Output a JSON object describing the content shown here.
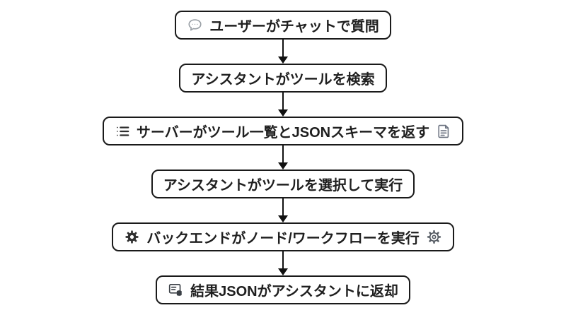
{
  "diagram": {
    "type": "flowchart",
    "direction": "top-down",
    "background_color": "#ffffff",
    "node_border_color": "#1a1a1a",
    "node_fill_color": "#ffffff",
    "text_color": "#1f1f1f",
    "arrow_color": "#111111",
    "gray_icon_color": "#9aa0a6",
    "dark_icon_color": "#2f2f2f",
    "nodes": [
      {
        "label": "ユーザーがチャットで質問",
        "icon_left": "chat-bubble-icon"
      },
      {
        "label": "アシスタントがツールを検索"
      },
      {
        "label": "サーバーがツール一覧とJSONスキーマを返す",
        "icon_left": "list-icon",
        "icon_right": "document-icon"
      },
      {
        "label": "アシスタントがツールを選択して実行"
      },
      {
        "label": "バックエンドがノード/ワークフローを実行",
        "icon_left": "gear-filled-icon",
        "icon_right": "gear-outline-icon"
      },
      {
        "label": "結果JSONがアシスタントに返却",
        "icon_left": "database-result-icon"
      }
    ],
    "edges": [
      {
        "from": 0,
        "to": 1
      },
      {
        "from": 1,
        "to": 2
      },
      {
        "from": 2,
        "to": 3
      },
      {
        "from": 3,
        "to": 4
      },
      {
        "from": 4,
        "to": 5
      }
    ]
  }
}
